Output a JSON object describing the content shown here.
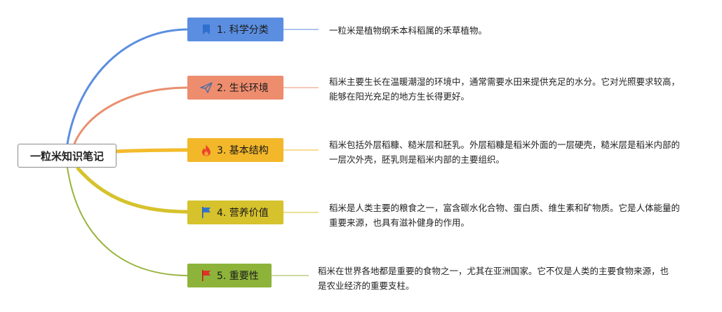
{
  "root": {
    "label": "一粒米知识笔记"
  },
  "topics": [
    {
      "label": "1. 科学分类",
      "icon": "bookmark-icon",
      "color": "#5b8ee0",
      "branch_color": "#5b8ee0",
      "note": "一粒米是植物纲禾本科稻属的禾草植物。"
    },
    {
      "label": "2. 生长环境",
      "icon": "paper-plane-icon",
      "color": "#ee8c6e",
      "branch_color": "#e9906f",
      "note": "稻米主要生长在温暖潮湿的环境中，通常需要水田来提供充足的水分。它对光照要求较高，能够在阳光充足的地方生长得更好。"
    },
    {
      "label": "3. 基本结构",
      "icon": "fire-icon",
      "color": "#f3b72a",
      "branch_color": "#f3bb2c",
      "note": "稻米包括外层稻糠、糙米层和胚乳。外层稻糠是稻米外面的一层硬壳，糙米层是稻米内部的一层次外壳，胚乳则是稻米内部的主要组织。"
    },
    {
      "label": "4. 营养价值",
      "icon": "flag-blue-icon",
      "color": "#d6c22c",
      "branch_color": "#d6c22c",
      "note": "稻米是人类主要的粮食之一，富含碳水化合物、蛋白质、维生素和矿物质。它是人体能量的重要来源，也具有滋补健身的作用。"
    },
    {
      "label": "5. 重要性",
      "icon": "flag-red-icon",
      "color": "#8db33a",
      "branch_color": "#97b43e",
      "note": "稻米在世界各地都是重要的食物之一，尤其在亚洲国家。它不仅是人类的主要食物来源，也是农业经济的重要支柱。"
    }
  ]
}
